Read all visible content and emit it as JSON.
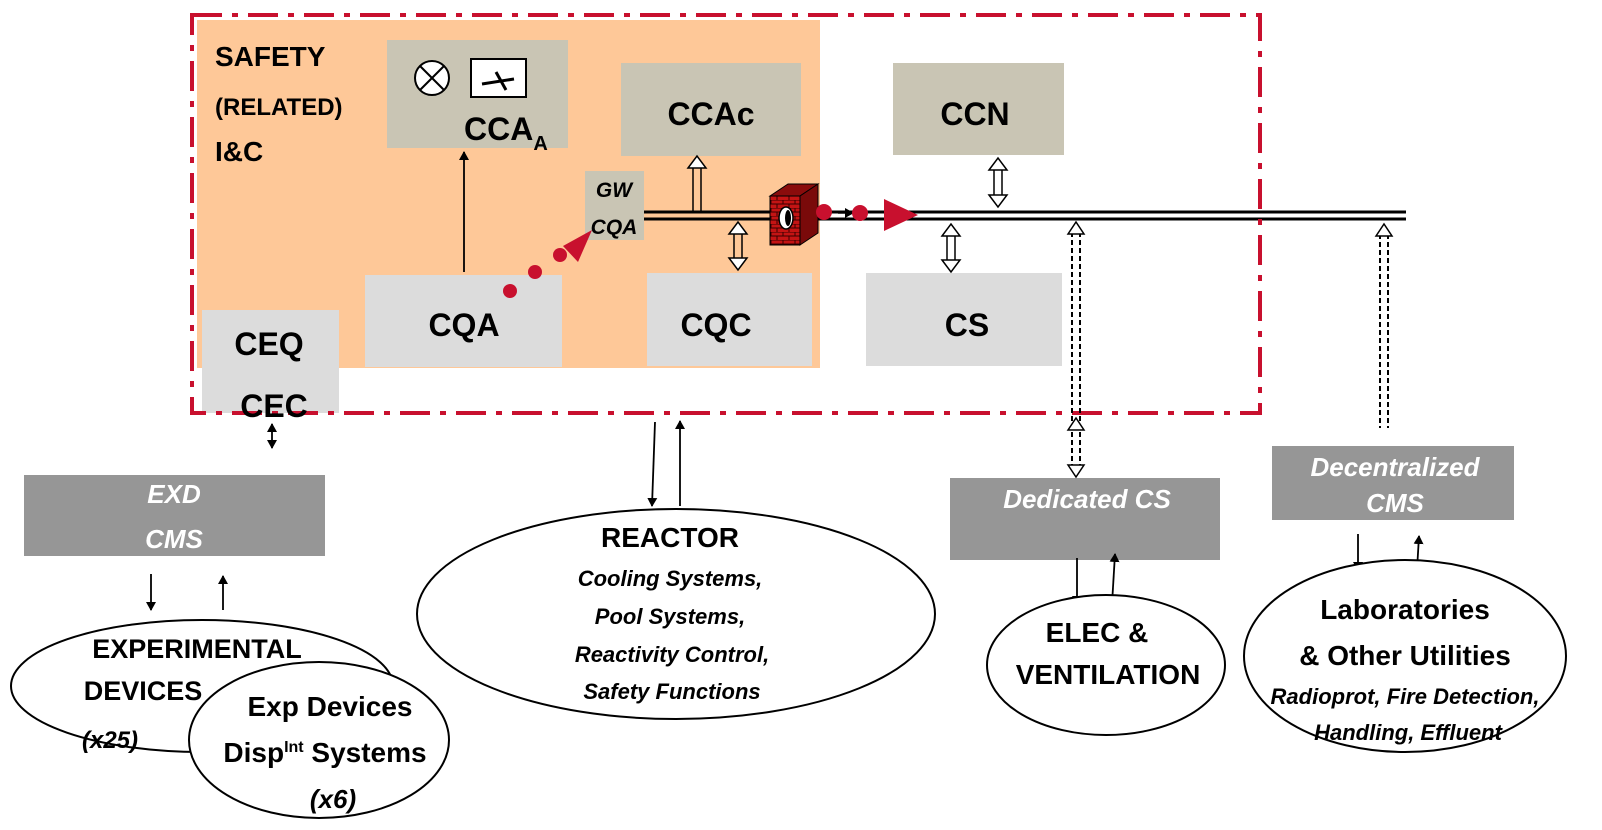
{
  "zone": {
    "title_line1": "SAFETY",
    "title_line2": "(RELATED)",
    "title_line3": "I&C"
  },
  "boxes": {
    "cca_main": "CCA",
    "cca_sub": "A",
    "ccac": "CCAc",
    "ccn": "CCN",
    "gw_line1": "GW",
    "gw_line2": "CQA",
    "cqa": "CQA",
    "cqc": "CQC",
    "cs": "CS",
    "ceq": "CEQ",
    "cec": "CEC",
    "exd_line1": "EXD",
    "exd_line2": "CMS",
    "dedicated_cs": "Dedicated CS",
    "decentralized_line1": "Decentralized",
    "decentralized_line2": "CMS"
  },
  "ellipses": {
    "experimental": {
      "line1": "EXPERIMENTAL",
      "line2": "DEVICES",
      "line3": "(x25)"
    },
    "exp_devices": {
      "line1": "Exp Devices",
      "line2_main": "Disp",
      "line2_sup": "Int",
      "line2_tail": " Systems",
      "line3": "(x6)"
    },
    "reactor": {
      "title": "REACTOR",
      "line1": "Cooling Systems,",
      "line2": "Pool Systems,",
      "line3": "Reactivity Control,",
      "line4": "Safety Functions"
    },
    "elec": {
      "line1": "ELEC &",
      "line2": "VENTILATION"
    },
    "labs": {
      "line1": "Laboratories",
      "line2": "& Other Utilities",
      "line3": "Radioprot, Fire Detection,",
      "line4": "Handling, Effluent"
    }
  },
  "icons": [
    "lamp-icon",
    "valve-icon",
    "firewall-icon"
  ],
  "colors": {
    "safety_zone_fill": "#FEC898",
    "zone_border": "#C8102E",
    "box_taupe": "#C9C5B4",
    "box_light": "#DCDCDC",
    "box_dark": "#969696",
    "data_flow": "#C8102E",
    "firewall": "#B01010"
  }
}
